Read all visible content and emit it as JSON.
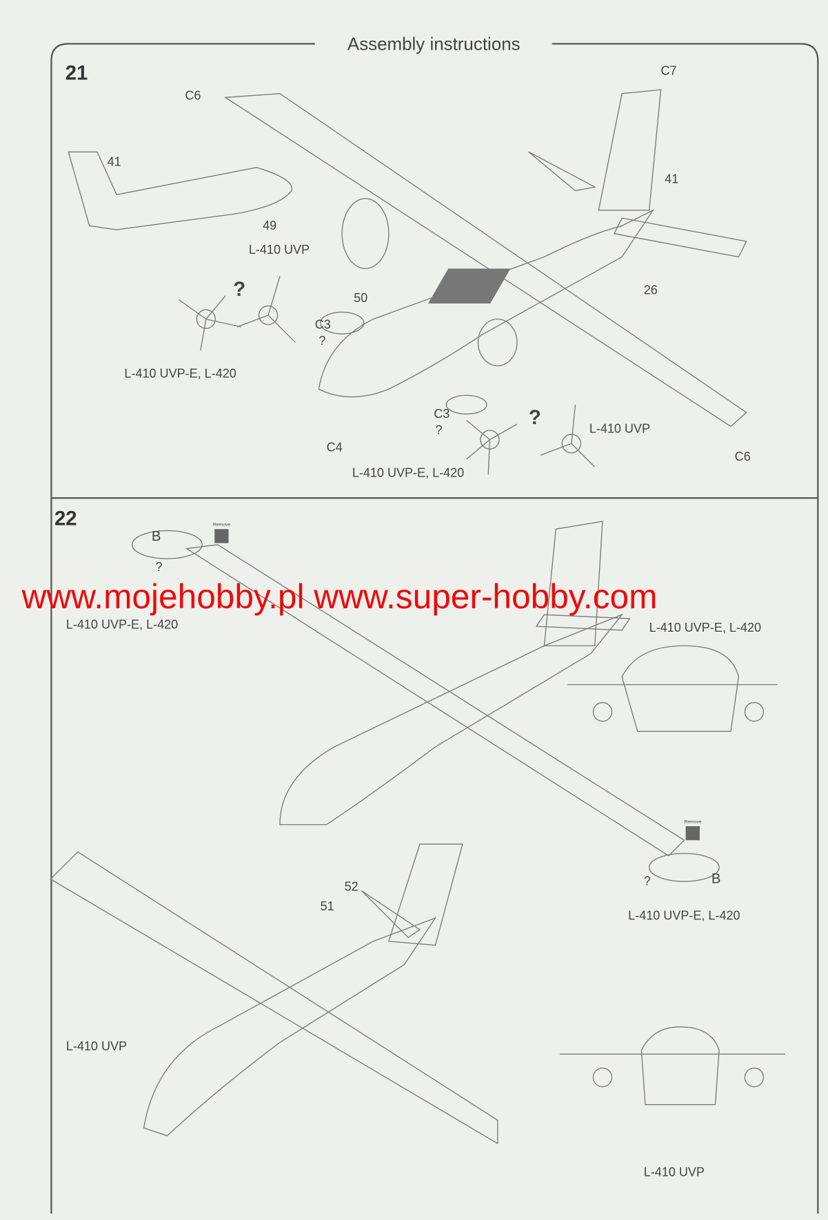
{
  "header": {
    "title": "Assembly instructions"
  },
  "steps": [
    {
      "number": "21",
      "callouts": {
        "c6_top": "C6",
        "c7": "C7",
        "p41_left": "41",
        "p41_right": "41",
        "p49": "49",
        "p50": "50",
        "c3_upper": "C3",
        "q_c3_upper": "?",
        "p26": "26",
        "c3_lower": "C3",
        "q_c3_lower": "?",
        "c4": "C4",
        "c6_bottom": "C6",
        "q_prop_left": "?",
        "q_prop_right": "?"
      },
      "variants": {
        "uvp_top": "L-410 UVP",
        "uvpe_left": "L-410 UVP-E, L-420",
        "uvp_right": "L-410 UVP",
        "uvpe_bottom": "L-410 UVP-E, L-420"
      }
    },
    {
      "number": "22",
      "callouts": {
        "b_left": "B",
        "q_left": "?",
        "remove_left": "Remove",
        "remove_right": "Remove",
        "q_right": "?",
        "b_right": "B",
        "p52": "52",
        "p51": "51"
      },
      "variants": {
        "uvpe_hidden_left": "L-410 UVP-E, L-420",
        "uvpe_top_right": "L-410 UVP-E, L-420",
        "uvpe_mid_right": "L-410 UVP-E, L-420",
        "uvp_left": "L-410 UVP",
        "uvp_bottom_right": "L-410 UVP"
      }
    }
  ],
  "watermark": "www.mojehobby.pl www.super-hobby.com",
  "colors": {
    "watermark": "#ee0a0a",
    "paper": "#eef0ec",
    "line": "#7a7a7a"
  }
}
